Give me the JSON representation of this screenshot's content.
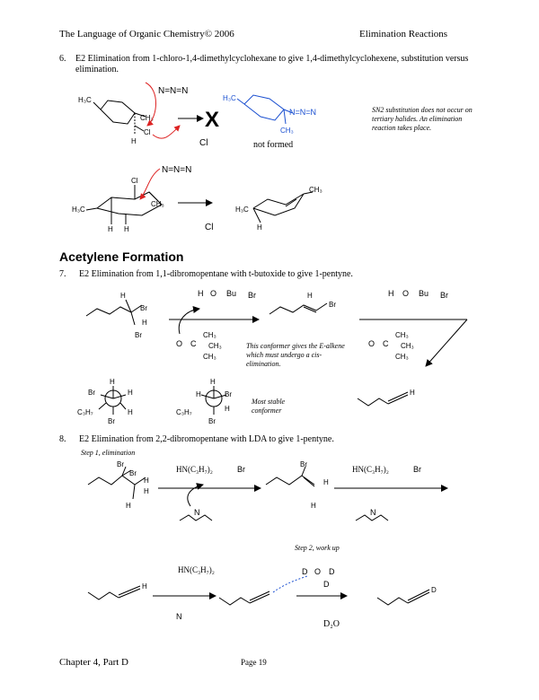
{
  "header": {
    "left": "The Language of Organic Chemistry© 2006",
    "right": "Elimination Reactions"
  },
  "q6": {
    "number": "6.",
    "text": "E2 Elimination from 1-chloro-1,4-dimethylcyclohexane to give 1,4-dimethylcyclohexene, substitution versus elimination.",
    "note": "SN2 substitution does not occur on tertiary halides. An elimination reaction takes place.",
    "not_formed": "not formed",
    "x_mark": "X"
  },
  "section": {
    "title": "Acetylene Formation"
  },
  "q7": {
    "number": "7.",
    "text": "E2 Elimination from 1,1-dibromopentane with t-butoxide to give 1-pentyne.",
    "note1": "This conformer gives the E-alkene which must undergo a cis-elimination.",
    "note2": "Most stable conformer"
  },
  "q8": {
    "number": "8.",
    "text": "E2 Elimination from 2,2-dibromopentane with LDA to give 1-pentyne.",
    "step1": "Step 1, elimination",
    "step2": "Step 2, work up",
    "amine1": "HN(C₃H₇)₂",
    "amine2": "HN(C₃H₇)₂",
    "amine3": "HN(C₃H₇)₂",
    "d2o": "D₂O"
  },
  "chem_labels": {
    "h3c": "H₃C",
    "ch3": "CH₃",
    "cl": "Cl",
    "br": "Br",
    "h": "H",
    "d": "D",
    "c3h7": "C₃H₇",
    "o": "O",
    "bu": "Bu",
    "c": "C",
    "n": "N",
    "azide": "N=N=N",
    "cl_anion": "Cl",
    "br_anion": "Br"
  },
  "footer": {
    "left": "Chapter 4, Part D",
    "center": "Page 19"
  }
}
